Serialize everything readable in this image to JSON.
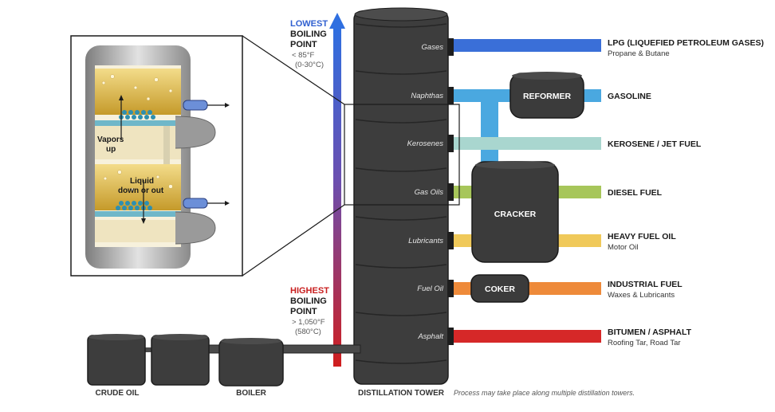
{
  "boiling": {
    "lowest": {
      "line1": "LOWEST",
      "line2": "BOILING",
      "line3": "POINT",
      "value1": "< 85°F",
      "value2": "(0-30°C)"
    },
    "highest": {
      "line1": "HIGHEST",
      "line2": "BOILING",
      "line3": "POINT",
      "value1": "> 1,050°F",
      "value2": "(580°C)"
    }
  },
  "cuts": [
    "Gases",
    "Naphthas",
    "Kerosenes",
    "Gas Oils",
    "Lubricants",
    "Fuel Oil",
    "Asphalt"
  ],
  "products": [
    {
      "name": "LPG (LIQUEFIED PETROLEUM GASES)",
      "sub": "Propane & Butane",
      "color": "#3a6fd8"
    },
    {
      "name": "GASOLINE",
      "sub": "",
      "color": "#4aa8e0"
    },
    {
      "name": "KEROSENE / JET FUEL",
      "sub": "",
      "color": "#a9d6cf"
    },
    {
      "name": "DIESEL FUEL",
      "sub": "",
      "color": "#a7c65a"
    },
    {
      "name": "HEAVY FUEL OIL",
      "sub": "Motor Oil",
      "color": "#f0c95a"
    },
    {
      "name": "INDUSTRIAL FUEL",
      "sub": "Waxes & Lubricants",
      "color": "#ee8a3a"
    },
    {
      "name": "BITUMEN / ASPHALT",
      "sub": "Roofing Tar, Road Tar",
      "color": "#d62828"
    }
  ],
  "units": {
    "reformer": "REFORMER",
    "cracker": "CRACKER",
    "coker": "COKER"
  },
  "bottom_labels": {
    "crude_oil": "CRUDE OIL",
    "boiler": "BOILER",
    "tower": "DISTILLATION TOWER"
  },
  "note": "Process may take place along multiple distillation towers.",
  "inset": {
    "vapors1": "Vapors",
    "vapors2": "up",
    "liquid1": "Liquid",
    "liquid2": "down or out"
  }
}
